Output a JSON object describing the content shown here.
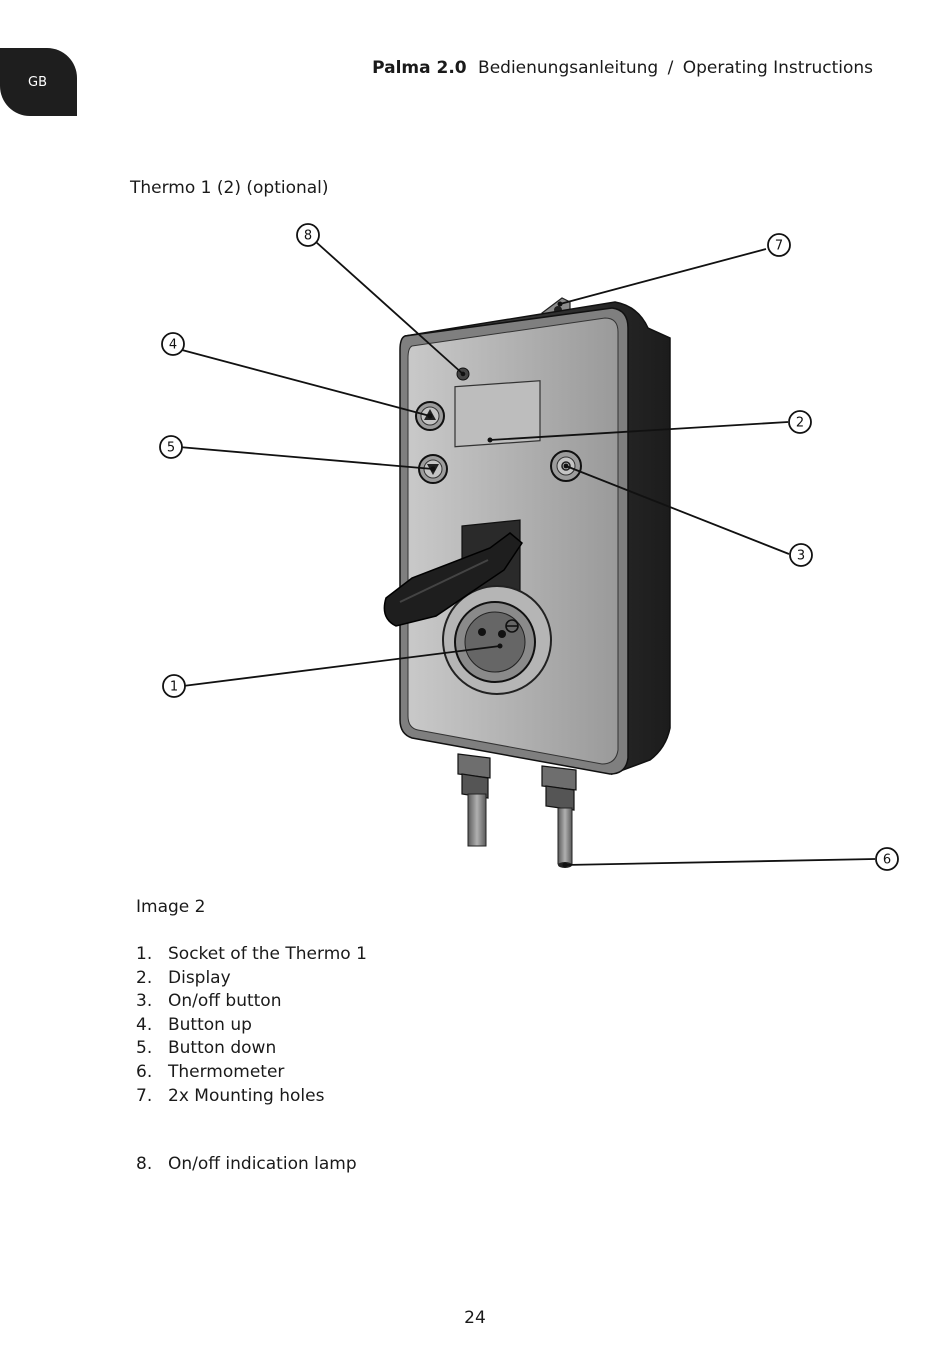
{
  "tab": {
    "label": "GB"
  },
  "header": {
    "product": "Palma 2.0",
    "title_de": "Bedienungsanleitung",
    "separator": "/",
    "title_en": "Operating Instructions"
  },
  "section_title": "Thermo 1 (2) (optional)",
  "figure": {
    "callouts": [
      "1",
      "2",
      "3",
      "4",
      "5",
      "6",
      "7",
      "8"
    ]
  },
  "caption": "Image 2",
  "legend": [
    {
      "num": "1.",
      "text": "Socket of the Thermo 1"
    },
    {
      "num": "2.",
      "text": "Display"
    },
    {
      "num": "3.",
      "text": "On/off button"
    },
    {
      "num": "4.",
      "text": "Button up"
    },
    {
      "num": "5.",
      "text": "Button down"
    },
    {
      "num": "6.",
      "text": "Thermometer"
    },
    {
      "num": "7.",
      "text": "2x Mounting holes"
    },
    {
      "num": "8.",
      "text": "On/off indication lamp"
    }
  ],
  "page_number": "24"
}
